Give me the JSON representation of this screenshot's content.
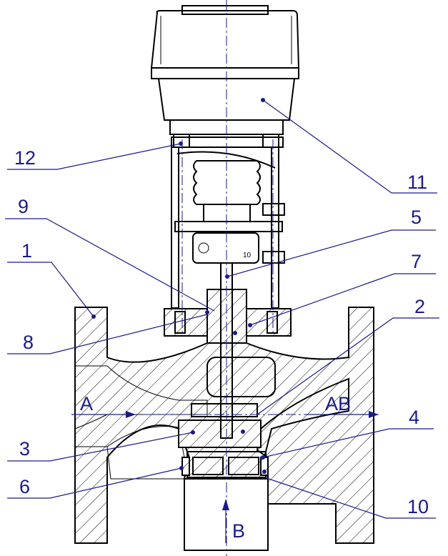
{
  "drawing": {
    "colors": {
      "annotation": "#1a1a8c",
      "lines": "#000000"
    },
    "part_marker": "10",
    "callouts": [
      {
        "id": "c12",
        "label": "12"
      },
      {
        "id": "c11",
        "label": "11"
      },
      {
        "id": "c9",
        "label": "9"
      },
      {
        "id": "c5",
        "label": "5"
      },
      {
        "id": "c1",
        "label": "1"
      },
      {
        "id": "c7",
        "label": "7"
      },
      {
        "id": "c8",
        "label": "8"
      },
      {
        "id": "c2",
        "label": "2"
      },
      {
        "id": "c3",
        "label": "3"
      },
      {
        "id": "c4",
        "label": "4"
      },
      {
        "id": "c6",
        "label": "6"
      },
      {
        "id": "c10",
        "label": "10"
      }
    ],
    "ports": {
      "inlet": "A",
      "outlet": "AB",
      "bottom": "B"
    }
  }
}
